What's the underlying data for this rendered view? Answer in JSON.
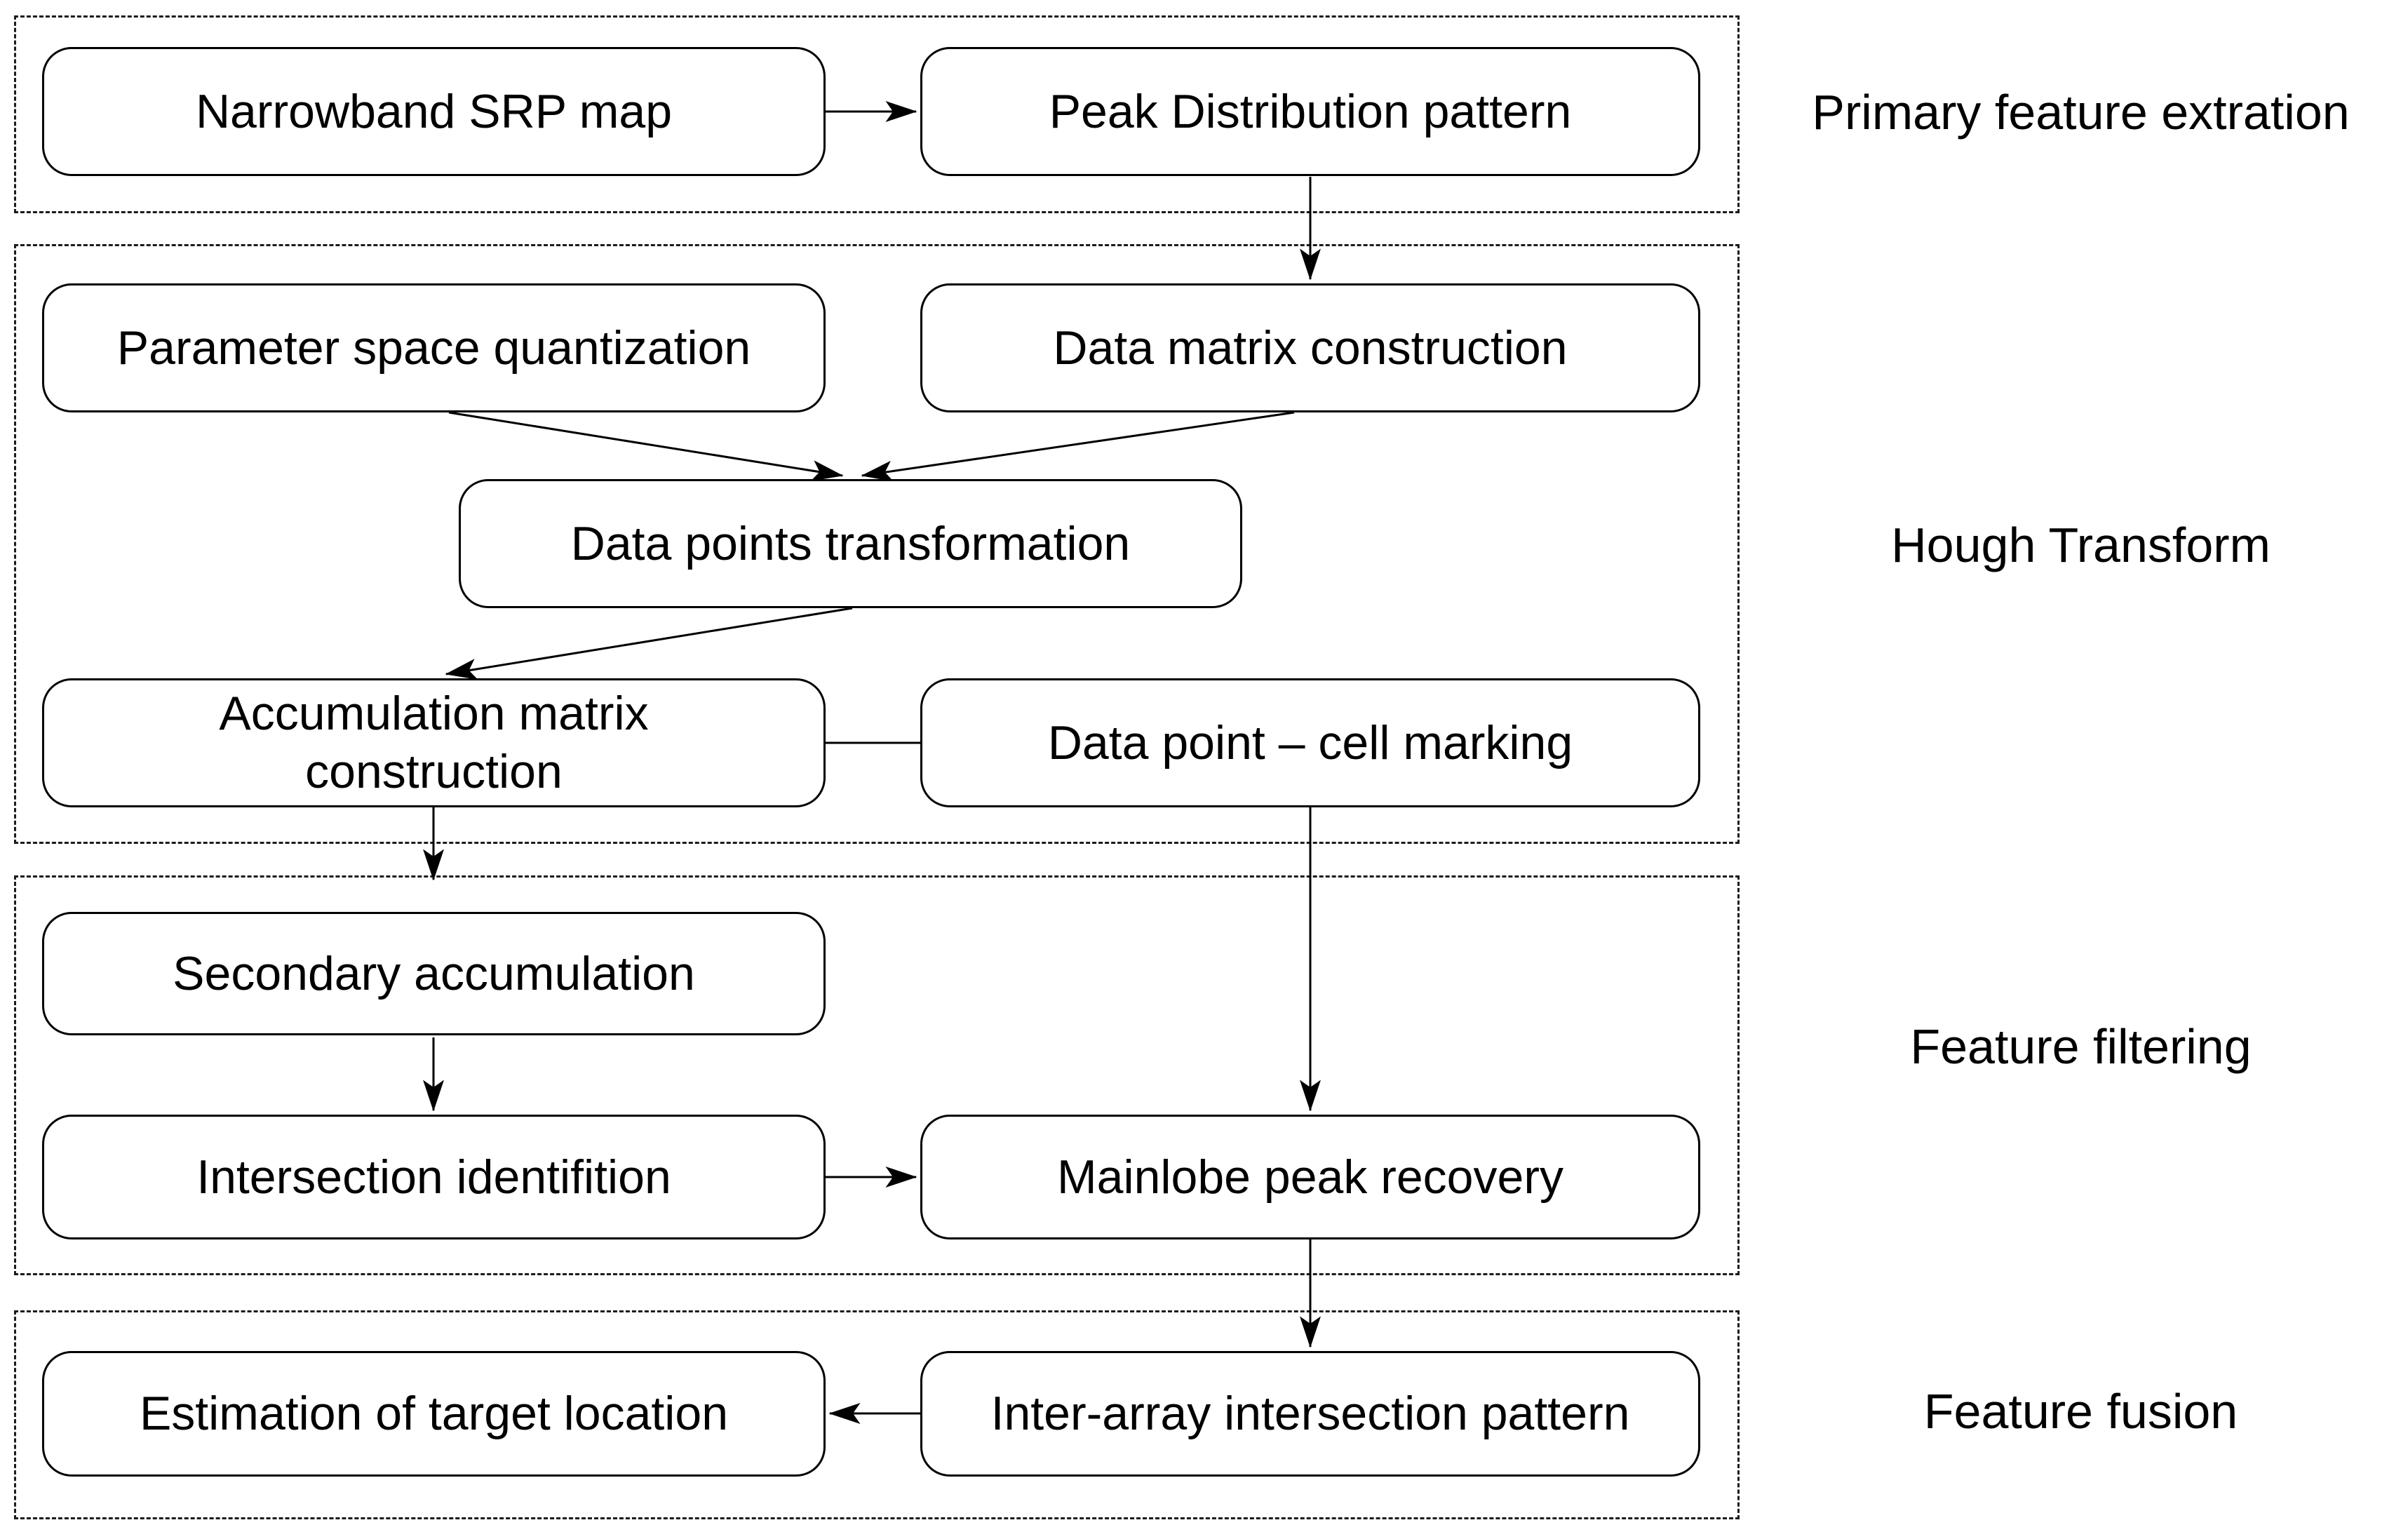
{
  "figure": {
    "background_color": "#ffffff",
    "line_color": "#000000",
    "text_color": "#000000",
    "type": "flowchart"
  },
  "sections": [
    {
      "id": "primary-feature-extraction",
      "label": "Primary feature extration"
    },
    {
      "id": "hough-transform",
      "label": "Hough Transform"
    },
    {
      "id": "feature-filtering",
      "label": "Feature filtering"
    },
    {
      "id": "feature-fusion",
      "label": "Feature fusion"
    }
  ],
  "nodes": [
    {
      "id": "narrowband-srp-map",
      "label": "Narrowband SRP map"
    },
    {
      "id": "peak-distribution-pattern",
      "label": "Peak Distribution pattern"
    },
    {
      "id": "parameter-space-quantization",
      "label": "Parameter space quantization"
    },
    {
      "id": "data-matrix-construction",
      "label": "Data matrix construction"
    },
    {
      "id": "data-points-transformation",
      "label": "Data points transformation"
    },
    {
      "id": "accumulation-matrix-construction",
      "label": "Accumulation matrix\nconstruction"
    },
    {
      "id": "data-point-cell-marking",
      "label": "Data point – cell marking"
    },
    {
      "id": "secondary-accumulation",
      "label": "Secondary accumulation"
    },
    {
      "id": "intersection-identifition",
      "label": "Intersection identifition"
    },
    {
      "id": "mainlobe-peak-recovery",
      "label": "Mainlobe peak recovery"
    },
    {
      "id": "estimation-of-target-location",
      "label": "Estimation of target location"
    },
    {
      "id": "inter-array-intersection-pattern",
      "label": "Inter-array intersection pattern"
    }
  ],
  "edges": [
    {
      "from": "narrowband-srp-map",
      "to": "peak-distribution-pattern",
      "type": "arrow"
    },
    {
      "from": "peak-distribution-pattern",
      "to": "data-matrix-construction",
      "type": "arrow"
    },
    {
      "from": "parameter-space-quantization",
      "to": "data-points-transformation",
      "type": "arrow"
    },
    {
      "from": "data-matrix-construction",
      "to": "data-points-transformation",
      "type": "arrow"
    },
    {
      "from": "data-points-transformation",
      "to": "accumulation-matrix-construction",
      "type": "arrow"
    },
    {
      "from": "accumulation-matrix-construction",
      "to": "data-point-cell-marking",
      "type": "plain-line"
    },
    {
      "from": "accumulation-matrix-construction",
      "to": "secondary-accumulation",
      "type": "arrow"
    },
    {
      "from": "data-point-cell-marking",
      "to": "mainlobe-peak-recovery",
      "type": "arrow"
    },
    {
      "from": "secondary-accumulation",
      "to": "intersection-identifition",
      "type": "arrow"
    },
    {
      "from": "intersection-identifition",
      "to": "mainlobe-peak-recovery",
      "type": "arrow"
    },
    {
      "from": "mainlobe-peak-recovery",
      "to": "inter-array-intersection-pattern",
      "type": "arrow"
    },
    {
      "from": "inter-array-intersection-pattern",
      "to": "estimation-of-target-location",
      "type": "arrow"
    }
  ]
}
